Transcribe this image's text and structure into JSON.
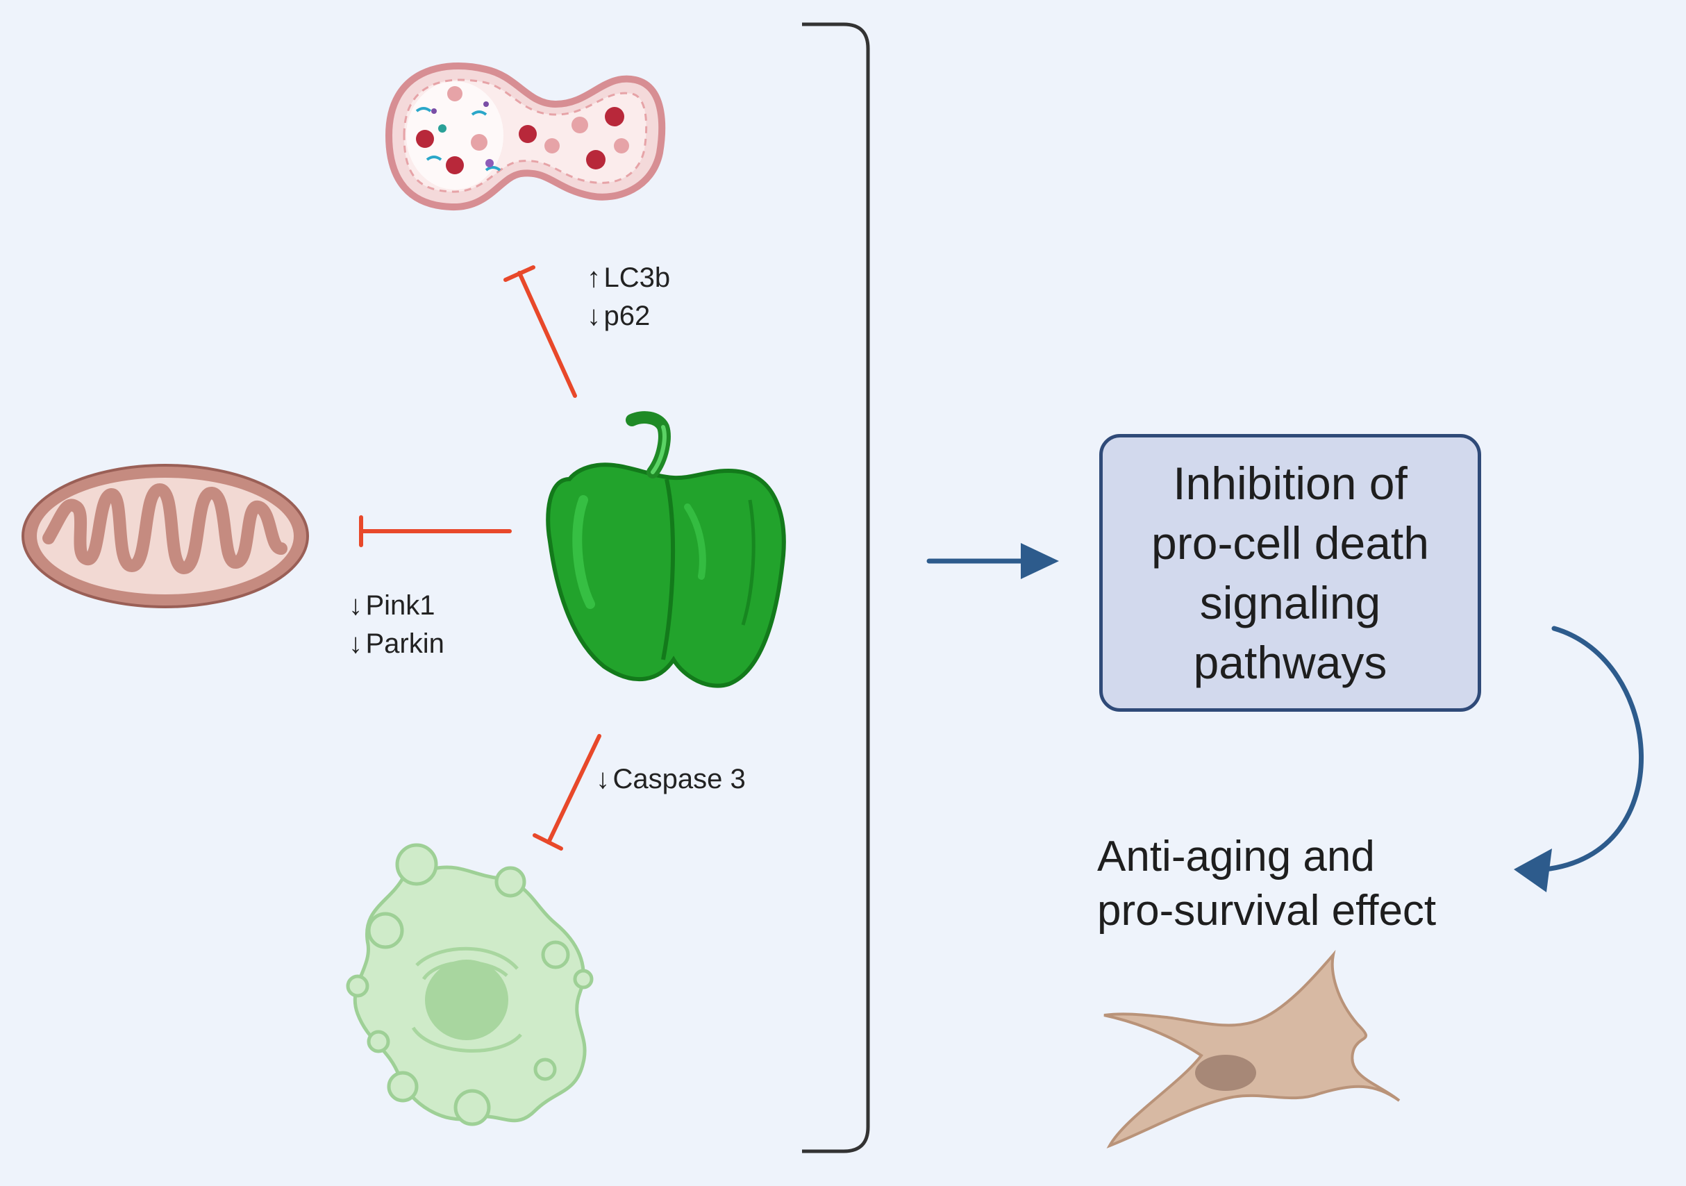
{
  "labels": {
    "autophagy": [
      {
        "arrow": "↑",
        "text": "LC3b"
      },
      {
        "arrow": "↓",
        "text": "p62"
      }
    ],
    "mitophagy": [
      {
        "arrow": "↓",
        "text": "Pink1"
      },
      {
        "arrow": "↓",
        "text": "Parkin"
      }
    ],
    "apoptosis": [
      {
        "arrow": "↓",
        "text": "Caspase 3"
      }
    ]
  },
  "inhibition_box": {
    "lines": [
      "Inhibition of",
      "pro-cell death",
      "signaling",
      "pathways"
    ]
  },
  "outcome": {
    "lines": [
      "Anti-aging and",
      "pro-survival effect"
    ]
  },
  "colors": {
    "background": "#EEF3FB",
    "inhibit": "#E8482A",
    "flow_arrow": "#2D5B8C",
    "bracket": "#333333",
    "box_fill": "#D2D9ED",
    "box_border": "#2F4A78",
    "pepper_green": "#22A32C",
    "mitochondrion": "#C58B80",
    "autophagosome": "#E6A3A7",
    "apoptotic_cell": "#B6DEB0",
    "fibroblast": "#D7B9A3"
  }
}
